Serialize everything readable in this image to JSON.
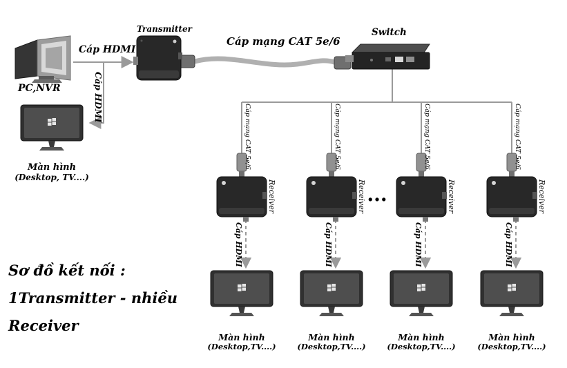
{
  "diagram": {
    "top": {
      "pc_label": "PC,NVR",
      "transmitter_label": "Transmitter",
      "switch_label": "Switch",
      "hdmi_cable_label": "Cáp HDMI",
      "cat_cable_label": "Cáp mạng CAT 5e/6"
    },
    "left_monitor": {
      "hdmi_cable_label": "Cáp HDMI",
      "name": "Màn hình",
      "sub": "(Desktop, TV....)"
    },
    "columns": {
      "cat_cable_label": "Cáp mạng CAT 5e/6",
      "receiver_label": "Receiver",
      "hdmi_cable_label": "Cáp HDMI",
      "monitor_name": "Màn hình",
      "monitor_sub": "(Desktop,TV....)",
      "ellipsis": "..."
    },
    "caption": {
      "line1": "Sơ đồ kết nối :",
      "line2": "1Transmitter -  nhiều",
      "line3": "Receiver"
    }
  },
  "colors": {
    "line": "#9a9a9a",
    "device_dark": "#282828",
    "cable_gray": "#b0b0b0",
    "text": "#000000"
  }
}
